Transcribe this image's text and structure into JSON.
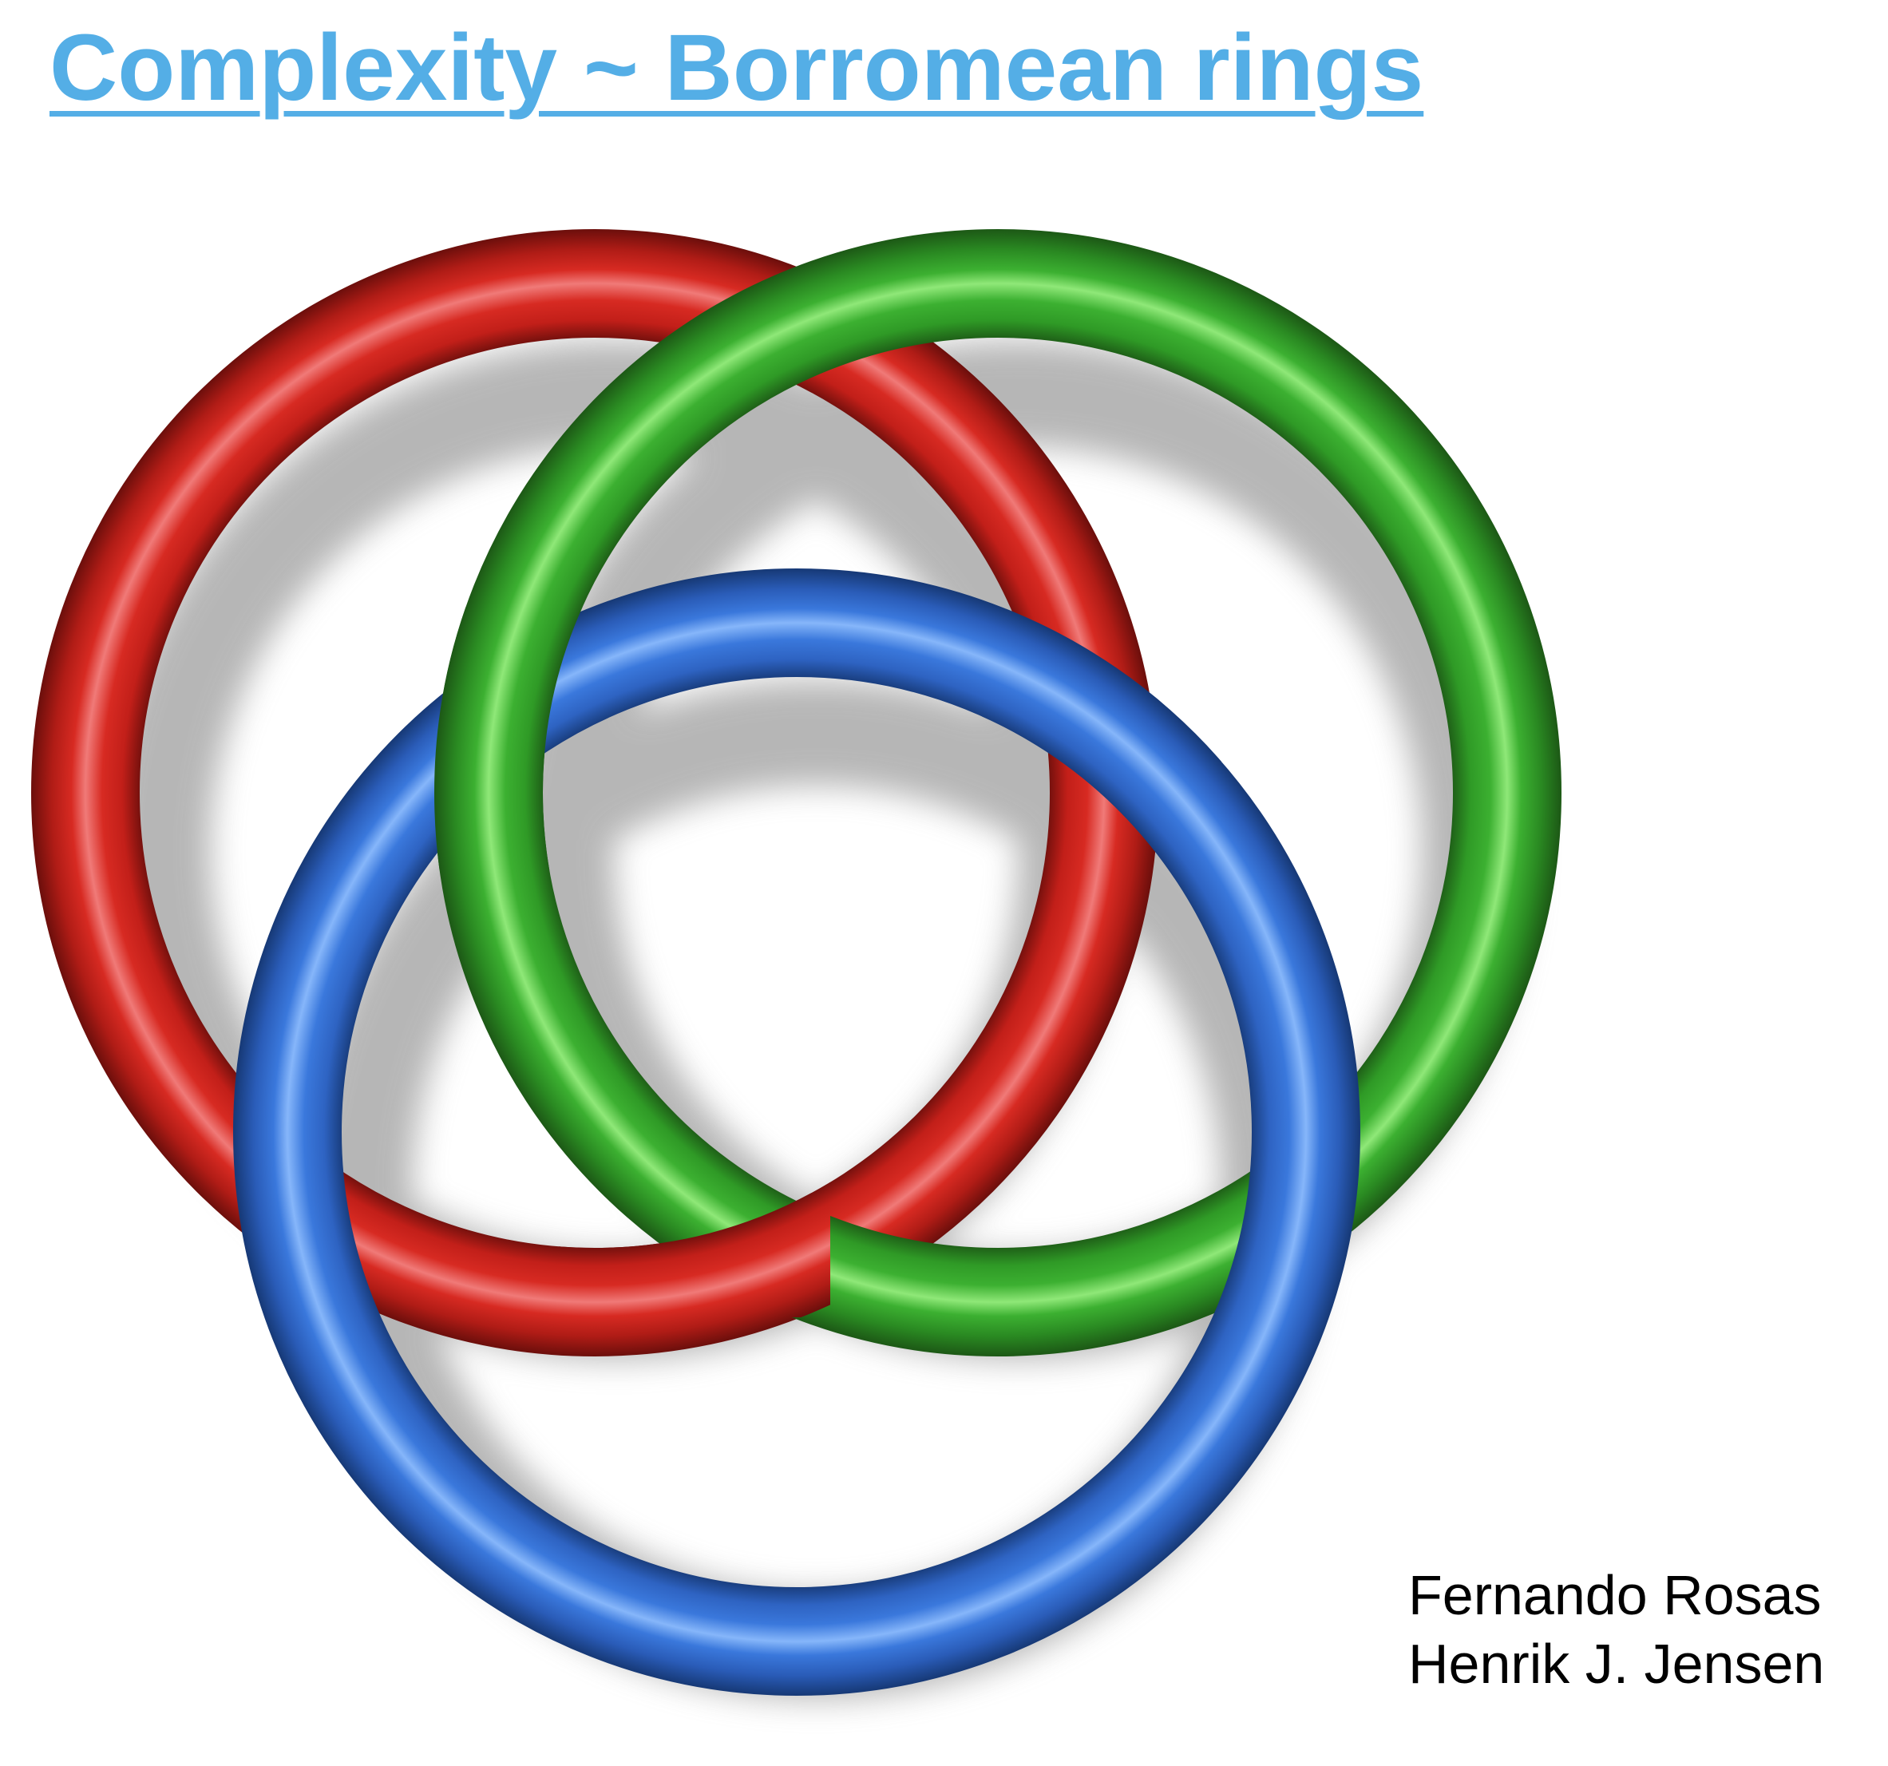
{
  "title": "Complexity ~ Borromean rings",
  "diagram": {
    "type": "borromean-rings",
    "rings": [
      {
        "name": "red",
        "color": "#d72a22",
        "highlight": "#f07a78",
        "shade": "#6e0f0c"
      },
      {
        "name": "green",
        "color": "#3cb031",
        "highlight": "#8fe878",
        "shade": "#1d5a16"
      },
      {
        "name": "blue",
        "color": "#3a78dc",
        "highlight": "#86b6fa",
        "shade": "#173a78"
      }
    ]
  },
  "credits": {
    "author_1": "Fernando Rosas",
    "author_2": "Henrik J. Jensen"
  }
}
